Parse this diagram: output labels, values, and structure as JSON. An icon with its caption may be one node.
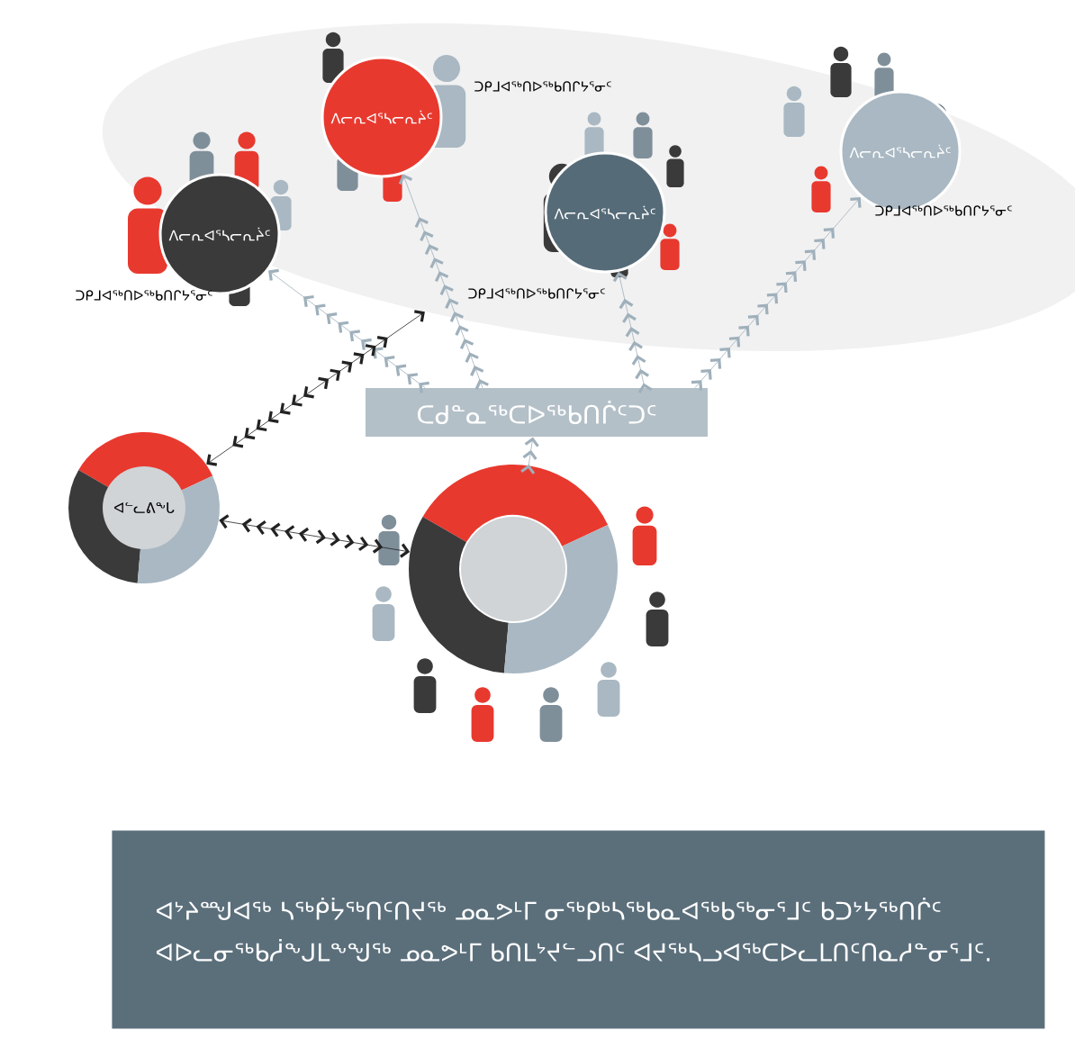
{
  "diagram": {
    "nodes": [
      {
        "text": [],
        "shape": "ellipse"
      },
      {
        "text": [
          "ᐱᓕᕆᐊᕐᓴᓕᕆᔩᑦ"
        ],
        "beside": [
          "ᑐᑭᒧᐊᖅᑎᐅᖅᑲᑎᒋᔭᕐᓂᑦ"
        ],
        "in": 0
      },
      {
        "text": [
          "ᐱᓕᕆᐊᕐᓴᓕᕆᔩᑦ"
        ],
        "beside": [
          "ᑐᑭᒧᐊᖅᑎᐅᖅᑲᑎᒋᔭᕐᓂᑦ"
        ],
        "in": 0
      },
      {
        "text": [
          "ᐱᓕᕆᐊᕐᓴᓕᕆᔩᑦ"
        ],
        "beside": [
          "ᑐᑭᒧᐊᖅᑎᐅᖅᑲᑎᒋᔭᕐᓂᑦ"
        ],
        "in": 0
      },
      {
        "text": [
          "ᐱᓕᕆᐊᕐᓴᓕᕆᔩᑦ"
        ],
        "beside": [
          "ᑐᑭᒧᐊᖅᑎᐅᖅᑲᑎᒋᔭᕐᓂᑦ"
        ],
        "in": 0
      },
      {
        "text": [
          "ᑕᑯᓐᓇᖅᑕᐅᖅᑲᑎᒌᑦᑐᑦ"
        ]
      },
      {
        "text": [],
        "shape": "circle"
      },
      {
        "text": [
          "ᐊᓪᓚᕕᖕᒐ"
        ]
      },
      {
        "text": [
          "ᐊᔾᔨᙳᐊᖅ ᓴᖅᑮᔮᖅᑎᑦᑎᔪᖅ ᓄᓇᕗᒻᒥ ᓂᖅᑭᒃᓴᖅᑲᓇᐊᖅᑲᖅᓂᕐᒧᑦ ᑲᑐᔾᔭᖅᑎᒌᑦ ᐊᐅᓚᓂᖅᑲᓲᖕᒍᒪᖕᖑᖅ ᓄᓇᕗᒻᒥ ᑲᑎᒪᔾᔪᓪᓗᑎᑦ ᐊᔪᖅᓴᓗᐊᖅᑕᐅᓚᒪᑎᑦᑎᓇᓱᓐᓂᕐᒧᑦ."
        ]
      }
    ],
    "edges": [
      {
        "from": 5,
        "to": 1,
        "arrow": "to"
      },
      {
        "from": 5,
        "to": 2,
        "arrow": "to"
      },
      {
        "from": 5,
        "to": 3,
        "arrow": "to"
      },
      {
        "from": 5,
        "to": 4,
        "arrow": "to"
      },
      {
        "from": 6,
        "to": 5,
        "arrow": "to"
      },
      {
        "from": 7,
        "to": 0,
        "arrow": "both",
        "color": "#222222"
      },
      {
        "from": 7,
        "to": 6,
        "arrow": "both",
        "color": "#222222"
      }
    ]
  }
}
